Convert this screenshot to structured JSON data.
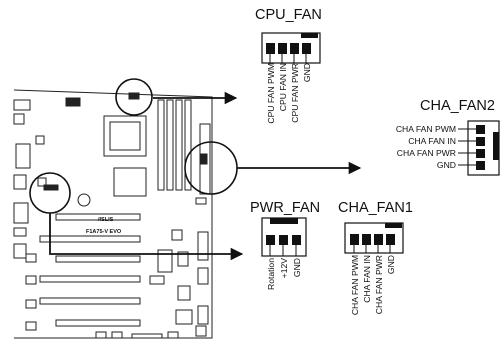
{
  "headers": [
    {
      "id": "cpu",
      "title": "CPU_FAN",
      "pins": [
        "CPU FAN PWM",
        "CPU FAN IN",
        "CPU FAN PWR",
        "GND"
      ]
    },
    {
      "id": "cha2",
      "title": "CHA_FAN2",
      "pins": [
        "CHA FAN PWM",
        "CHA FAN IN",
        "CHA FAN PWR",
        "GND"
      ]
    },
    {
      "id": "pwr",
      "title": "PWR_FAN",
      "pins": [
        "Rotation",
        "+12V",
        "GND"
      ]
    },
    {
      "id": "cha1",
      "title": "CHA_FAN1",
      "pins": [
        "CHA FAN PWM",
        "CHA FAN IN",
        "CHA FAN PWR",
        "GND"
      ]
    }
  ],
  "board": {
    "brand_text": "/ISLIS",
    "model_text": "F1A75-V EVO"
  },
  "colors": {
    "ink": "#111111",
    "pin": "#111111",
    "board_line": "#222222"
  }
}
